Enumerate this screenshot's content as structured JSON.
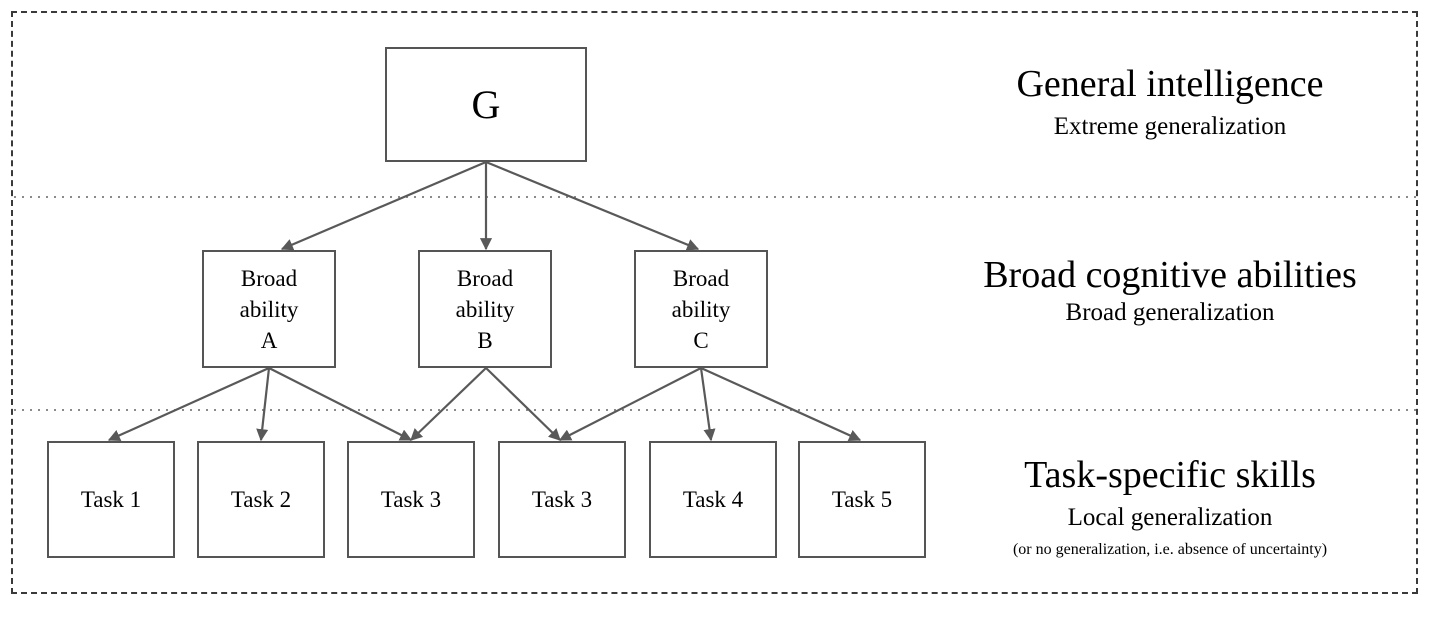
{
  "nodes": {
    "g": {
      "label": "G"
    },
    "abilities": [
      {
        "lines": [
          "Broad",
          "ability",
          "A"
        ]
      },
      {
        "lines": [
          "Broad",
          "ability",
          "B"
        ]
      },
      {
        "lines": [
          "Broad",
          "ability",
          "C"
        ]
      }
    ],
    "tasks": [
      {
        "label": "Task 1"
      },
      {
        "label": "Task 2"
      },
      {
        "label": "Task 3"
      },
      {
        "label": "Task 3"
      },
      {
        "label": "Task 4"
      },
      {
        "label": "Task 5"
      }
    ]
  },
  "levels": [
    {
      "title": "General intelligence",
      "subtitle": "Extreme generalization"
    },
    {
      "title": "Broad cognitive abilities",
      "subtitle": "Broad generalization"
    },
    {
      "title": "Task-specific skills",
      "subtitle": "Local generalization",
      "note": "(or no generalization, i.e. absence of uncertainty)"
    }
  ],
  "colors": {
    "node_border": "#555555",
    "arrow": "#595959",
    "separator": "#8a8a8a",
    "frame": "#3a3a3a"
  }
}
